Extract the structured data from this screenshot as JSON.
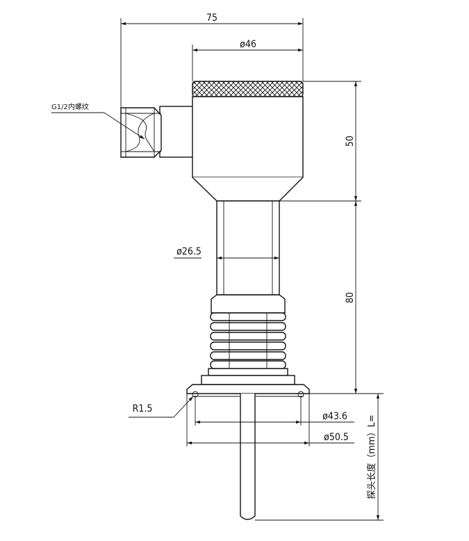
{
  "dimensions": {
    "overall_width": "75",
    "housing_diameter": "ø46",
    "housing_height": "50",
    "neck_length": "80",
    "neck_diameter": "ø26.5",
    "flange_inner": "ø43.6",
    "flange_outer": "ø50.5",
    "radius": "R1.5"
  },
  "labels": {
    "thread": "G1/2内螺纹",
    "probe_length": "探头长度（mm）L="
  }
}
